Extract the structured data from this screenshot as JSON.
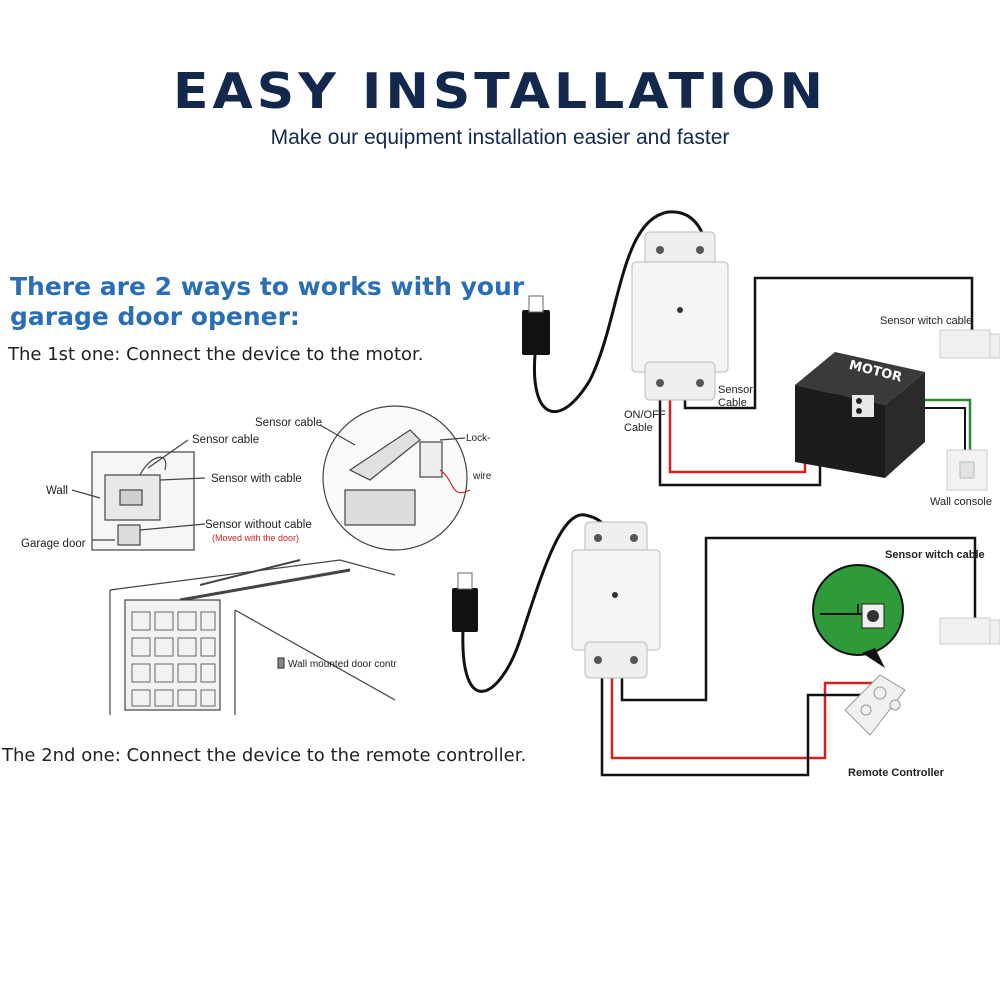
{
  "header": {
    "title": "EASY INSTALLATION",
    "subtitle": "Make our equipment installation easier and faster"
  },
  "intro": {
    "heading_line1": "There are 2 ways to works with your",
    "heading_line2": "garage door opener:",
    "way1": "The 1st one: Connect the device to the motor.",
    "way2": "The 2nd one: Connect the device to the remote controller."
  },
  "garage_illustration": {
    "sensor_cable_top": "Sensor cable",
    "sensor_cable": "Sensor cable",
    "sensor_with_cable": "Sensor with cable",
    "sensor_without_cable": "Sensor without cable",
    "moved_with_door": "(Moved with the door)",
    "wall": "Wall",
    "garage_door": "Garage door",
    "lock": "Lock-",
    "wire": "wire",
    "wall_mounted": "Wall mounted door contr"
  },
  "diagram_motor": {
    "sensor_witch_cable": "Sensor witch cable",
    "motor": "MOTOR",
    "sensor_cable_1": "Sensor",
    "sensor_cable_2": "Cable",
    "onoff_1": "ON/OFF",
    "onoff_2": "Cable",
    "wall_console": "Wall console"
  },
  "diagram_remote": {
    "sensor_witch_cable": "Sensor witch cable",
    "remote_controller": "Remote Controller"
  },
  "colors": {
    "title": "#13284d",
    "heading": "#2a6fb5",
    "wire_red": "#d42020",
    "wire_green": "#2e8b2e",
    "pcb_green": "#2f9a3a"
  }
}
